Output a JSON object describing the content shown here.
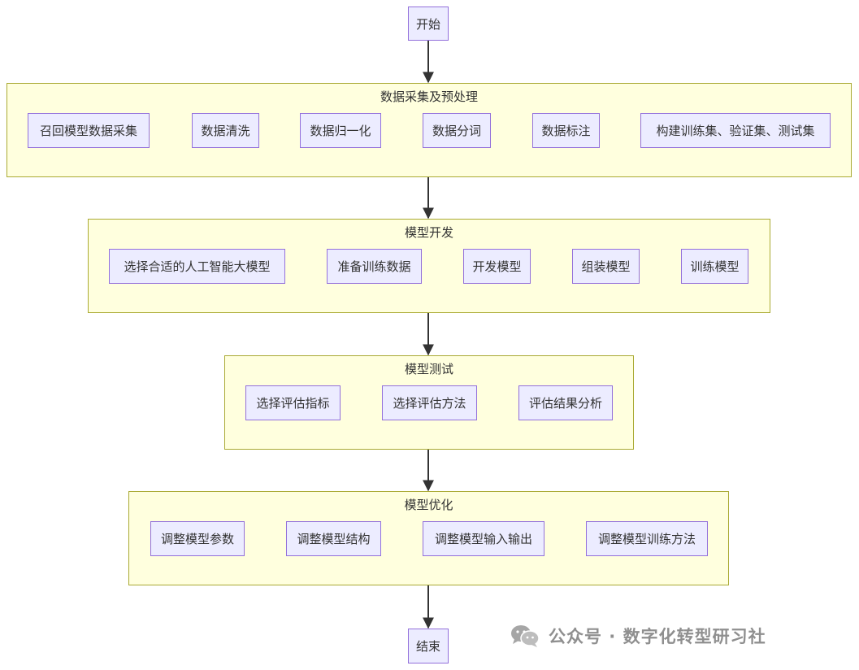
{
  "start": "开始",
  "end": "结束",
  "clusters": [
    {
      "title": "数据采集及预处理",
      "nodes": [
        "召回模型数据采集",
        "数据清洗",
        "数据归一化",
        "数据分词",
        "数据标注",
        "构建训练集、验证集、测试集"
      ]
    },
    {
      "title": "模型开发",
      "nodes": [
        "选择合适的人工智能大模型",
        "准备训练数据",
        "开发模型",
        "组装模型",
        "训练模型"
      ]
    },
    {
      "title": "模型测试",
      "nodes": [
        "选择评估指标",
        "选择评估方法",
        "评估结果分析"
      ]
    },
    {
      "title": "模型优化",
      "nodes": [
        "调整模型参数",
        "调整模型结构",
        "调整模型输入输出",
        "调整模型训练方法"
      ]
    }
  ],
  "watermark": {
    "icon": "wechat-icon",
    "text": "公众号 · 数字化转型研习社"
  },
  "colors": {
    "node_fill": "#ececff",
    "node_border": "#9370db",
    "cluster_fill": "#ffffde",
    "cluster_border": "#aaaa33",
    "edge": "#333333"
  }
}
